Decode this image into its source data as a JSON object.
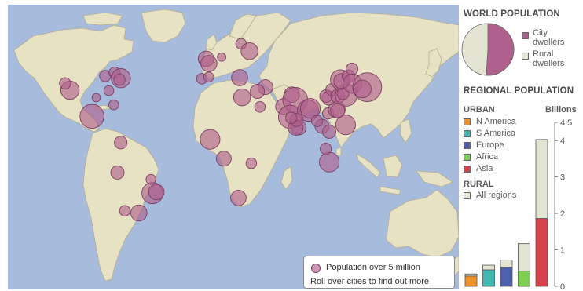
{
  "colors": {
    "ocean": "#a7bbdc",
    "land": "#e6e2c3",
    "land_stroke": "#b3ae90",
    "city": "#b0608c",
    "city_stroke": "#7a3f60",
    "na": "#f0922a",
    "sa": "#3fb8b0",
    "eu": "#4e5fae",
    "af": "#7ccf50",
    "as": "#d6414a",
    "rural": "#e4e4d2"
  },
  "world": {
    "title": "WORLD POPULATION",
    "city_label": "City dwellers",
    "rural_label": "Rural dwellers",
    "urban_share": 0.51
  },
  "regional": {
    "title": "REGIONAL POPULATION",
    "urban_heading": "URBAN",
    "rural_heading": "RURAL",
    "units": "Billions",
    "regions": [
      {
        "name": "N America",
        "color_key": "na",
        "urban": 0.28,
        "rural": 0.06
      },
      {
        "name": "S America",
        "color_key": "sa",
        "urban": 0.45,
        "rural": 0.13
      },
      {
        "name": "Europe",
        "color_key": "eu",
        "urban": 0.52,
        "rural": 0.2
      },
      {
        "name": "Africa",
        "color_key": "af",
        "urban": 0.42,
        "rural": 0.75
      },
      {
        "name": "Asia",
        "color_key": "as",
        "urban": 1.86,
        "rural": 2.17
      }
    ],
    "rural_item": "All regions",
    "ticks": [
      "0",
      "1",
      "2",
      "3",
      "4",
      "4.5"
    ]
  },
  "map_legend": {
    "population_label": "Population over 5 million",
    "hint": "Roll over cities to find out more"
  },
  "cities": [
    {
      "lon": -118.2,
      "lat": 34.0,
      "s": 1.3
    },
    {
      "lon": -122.4,
      "lat": 37.8,
      "s": 0.8
    },
    {
      "lon": -99.1,
      "lat": 19.4,
      "s": 1.7
    },
    {
      "lon": -87.6,
      "lat": 41.9,
      "s": 0.8
    },
    {
      "lon": -79.4,
      "lat": 43.7,
      "s": 0.8
    },
    {
      "lon": -74.0,
      "lat": 40.7,
      "s": 1.35
    },
    {
      "lon": -75.2,
      "lat": 39.9,
      "s": 0.8
    },
    {
      "lon": -80.2,
      "lat": 25.8,
      "s": 0.7
    },
    {
      "lon": -95.4,
      "lat": 29.8,
      "s": 0.6
    },
    {
      "lon": -84.4,
      "lat": 33.7,
      "s": 0.7
    },
    {
      "lon": -74.1,
      "lat": 4.7,
      "s": 0.9
    },
    {
      "lon": -77.0,
      "lat": -12.0,
      "s": 0.95
    },
    {
      "lon": -46.6,
      "lat": -23.5,
      "s": 1.5
    },
    {
      "lon": -43.2,
      "lat": -22.9,
      "s": 1.1
    },
    {
      "lon": -47.9,
      "lat": -15.8,
      "s": 0.7
    },
    {
      "lon": -58.4,
      "lat": -34.6,
      "s": 1.15
    },
    {
      "lon": -70.6,
      "lat": -33.4,
      "s": 0.75
    },
    {
      "lon": -0.1,
      "lat": 51.5,
      "s": 1.1
    },
    {
      "lon": 2.35,
      "lat": 48.9,
      "s": 1.15
    },
    {
      "lon": -3.7,
      "lat": 40.4,
      "s": 0.75
    },
    {
      "lon": 2.2,
      "lat": 41.4,
      "s": 0.7
    },
    {
      "lon": 13.4,
      "lat": 52.5,
      "s": 0.6
    },
    {
      "lon": 30.3,
      "lat": 59.9,
      "s": 0.75
    },
    {
      "lon": 37.6,
      "lat": 55.8,
      "s": 1.2
    },
    {
      "lon": 29.0,
      "lat": 41.0,
      "s": 1.15
    },
    {
      "lon": 31.2,
      "lat": 30.0,
      "s": 1.2
    },
    {
      "lon": 51.4,
      "lat": 35.7,
      "s": 1.05
    },
    {
      "lon": 44.4,
      "lat": 33.3,
      "s": 1.0
    },
    {
      "lon": 46.7,
      "lat": 24.7,
      "s": 0.75
    },
    {
      "lon": 3.4,
      "lat": 6.5,
      "s": 1.4
    },
    {
      "lon": 15.3,
      "lat": -4.3,
      "s": 1.05
    },
    {
      "lon": 28.0,
      "lat": -26.2,
      "s": 1.1
    },
    {
      "lon": 39.2,
      "lat": -6.8,
      "s": 0.75
    },
    {
      "lon": 67.0,
      "lat": 24.9,
      "s": 1.1
    },
    {
      "lon": 74.3,
      "lat": 31.5,
      "s": 1.1
    },
    {
      "lon": 77.2,
      "lat": 28.6,
      "s": 1.75
    },
    {
      "lon": 72.8,
      "lat": 19.1,
      "s": 1.65
    },
    {
      "lon": 88.4,
      "lat": 22.6,
      "s": 1.5
    },
    {
      "lon": 90.4,
      "lat": 23.8,
      "s": 1.4
    },
    {
      "lon": 80.3,
      "lat": 13.1,
      "s": 1.05
    },
    {
      "lon": 77.6,
      "lat": 13.0,
      "s": 1.05
    },
    {
      "lon": 78.5,
      "lat": 17.4,
      "s": 0.95
    },
    {
      "lon": 73.9,
      "lat": 18.5,
      "s": 0.8
    },
    {
      "lon": 100.5,
      "lat": 13.8,
      "s": 1.0
    },
    {
      "lon": 96.2,
      "lat": 16.8,
      "s": 0.8
    },
    {
      "lon": 106.7,
      "lat": 10.8,
      "s": 0.95
    },
    {
      "lon": 105.8,
      "lat": 21.0,
      "s": 0.8
    },
    {
      "lon": 106.8,
      "lat": -6.2,
      "s": 1.4
    },
    {
      "lon": 103.8,
      "lat": 1.3,
      "s": 0.8
    },
    {
      "lon": 121.0,
      "lat": 14.6,
      "s": 1.4
    },
    {
      "lon": 113.3,
      "lat": 23.1,
      "s": 1.2
    },
    {
      "lon": 114.1,
      "lat": 22.5,
      "s": 1.0
    },
    {
      "lon": 106.5,
      "lat": 29.6,
      "s": 1.0
    },
    {
      "lon": 104.1,
      "lat": 30.7,
      "s": 0.9
    },
    {
      "lon": 108.9,
      "lat": 34.3,
      "s": 0.85
    },
    {
      "lon": 114.3,
      "lat": 30.6,
      "s": 1.0
    },
    {
      "lon": 121.5,
      "lat": 31.2,
      "s": 1.55
    },
    {
      "lon": 118.8,
      "lat": 32.1,
      "s": 0.85
    },
    {
      "lon": 116.4,
      "lat": 39.9,
      "s": 1.4
    },
    {
      "lon": 117.2,
      "lat": 39.1,
      "s": 1.05
    },
    {
      "lon": 123.4,
      "lat": 41.8,
      "s": 0.9
    },
    {
      "lon": 126.6,
      "lat": 45.8,
      "s": 0.85
    },
    {
      "lon": 127.0,
      "lat": 37.6,
      "s": 1.35
    },
    {
      "lon": 139.7,
      "lat": 35.7,
      "s": 2.05
    },
    {
      "lon": 135.5,
      "lat": 34.7,
      "s": 1.25
    },
    {
      "lon": 151.2,
      "lat": -33.9,
      "s": 0.0
    },
    {
      "lon": 132.5,
      "lat": 34.4,
      "s": 0.0
    }
  ]
}
